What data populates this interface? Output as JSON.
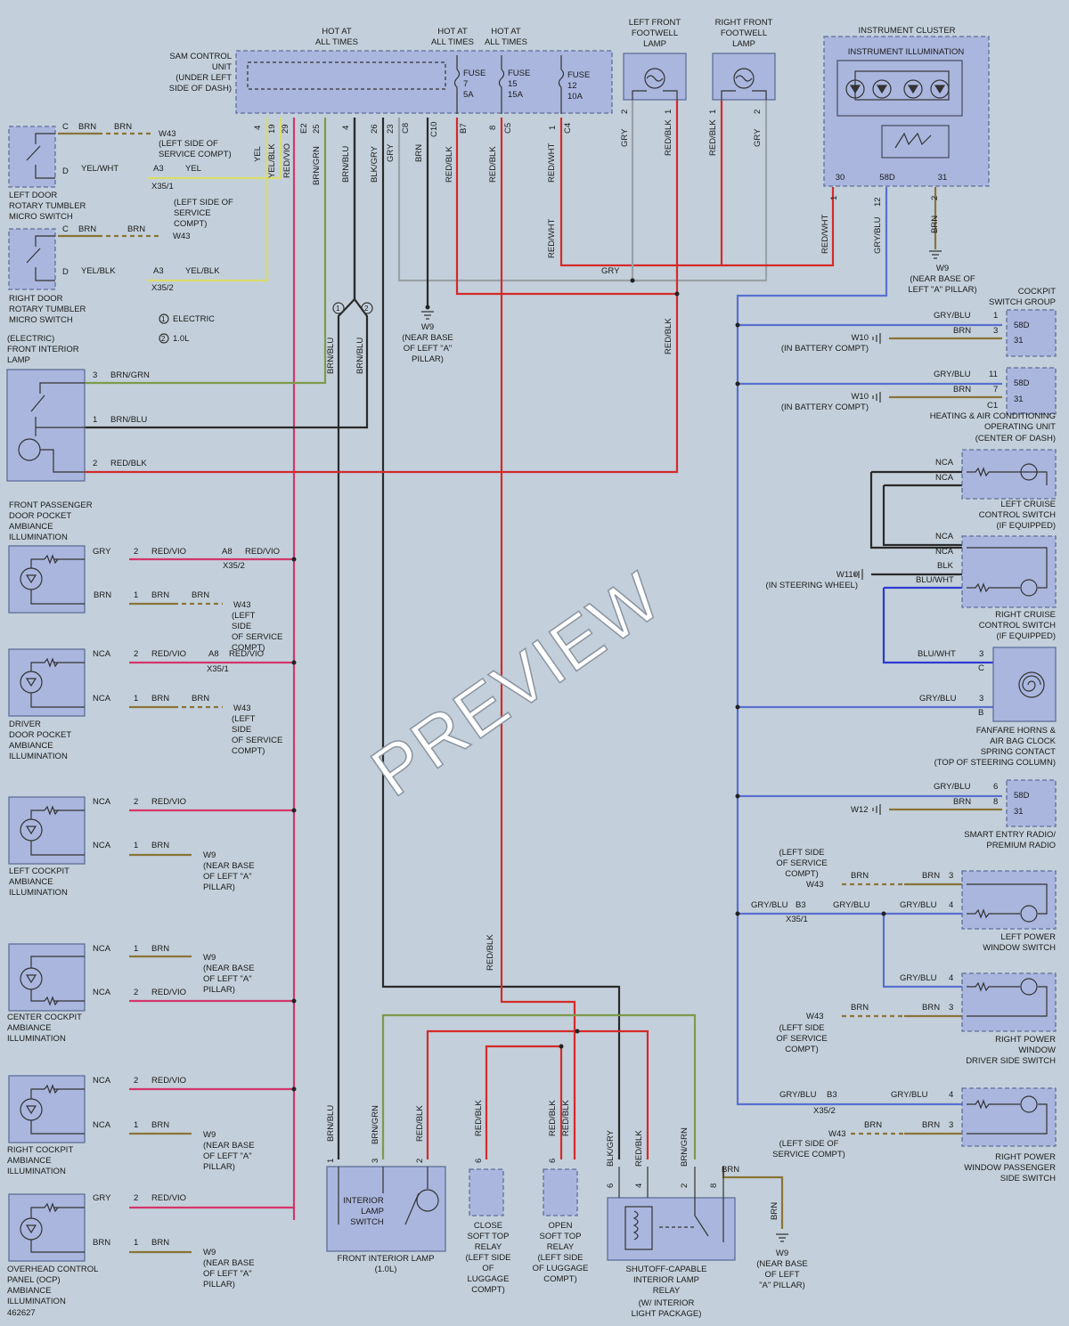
{
  "watermark": "PREVIEW",
  "diagram_id": "462627",
  "top": {
    "sam_lines": [
      "SAM CONTROL",
      "UNIT",
      "(UNDER LEFT",
      "SIDE OF DASH)"
    ],
    "hot1": [
      "HOT AT",
      "ALL TIMES"
    ],
    "hot2": [
      "HOT AT",
      "ALL TIMES"
    ],
    "hot3": [
      "HOT AT",
      "ALL TIMES"
    ],
    "fuse7": [
      "FUSE",
      "7",
      "5A"
    ],
    "fuse15": [
      "FUSE",
      "15",
      "15A"
    ],
    "fuse12": [
      "FUSE",
      "12",
      "10A"
    ],
    "sam_pins": [
      "4",
      "19",
      "29",
      "E2",
      "25",
      "4",
      "26",
      "23",
      "C8",
      "C10",
      "B7",
      "8",
      "C5",
      "1",
      "C4"
    ],
    "sam_wires": [
      "YEL",
      "YEL/BLK",
      "RED/VIO",
      "BRN/GRN",
      "BRN/BLU",
      "BLK/GRY",
      "GRY",
      "BRN",
      "RED/BLK",
      "RED/BLK",
      "RED/WHT"
    ],
    "left_footwell": [
      "LEFT FRONT",
      "FOOTWELL",
      "LAMP"
    ],
    "right_footwell": [
      "RIGHT FRONT",
      "FOOTWELL",
      "LAMP"
    ],
    "footwell_wires": [
      "GRY",
      "RED/BLK",
      "RED/BLK",
      "GRY"
    ],
    "footwell_pins": [
      "2",
      "1",
      "1",
      "2"
    ],
    "cluster_title": "INSTRUMENT CLUSTER",
    "cluster_sub": "INSTRUMENT ILLUMINATION",
    "cluster_pins": [
      "30",
      "58D",
      "31"
    ],
    "cluster_wires": [
      "RED/WHT",
      "GRY/BLU",
      "BRN"
    ],
    "cluster_wire_pins": [
      "1",
      "12",
      "2"
    ],
    "w9_cluster": [
      "W9",
      "(NEAR BASE OF",
      "LEFT \"A\" PILLAR)"
    ],
    "w9_mid": [
      "W9",
      "(NEAR BASE",
      "OF LEFT \"A\"",
      "PILLAR)"
    ],
    "red_wht_mid": "RED/WHT",
    "gry_mid": "GRY"
  },
  "left": {
    "door_l": [
      "LEFT DOOR",
      "ROTARY TUMBLER",
      "MICRO SWITCH"
    ],
    "door_r": [
      "RIGHT DOOR",
      "ROTARY TUMBLER",
      "MICRO SWITCH"
    ],
    "door_l_wires": [
      "C",
      "BRN",
      "BRN",
      "W43",
      "D",
      "YEL/WHT",
      "A3",
      "YEL",
      "X35/1"
    ],
    "door_l_ground": [
      "(LEFT SIDE OF",
      "SERVICE COMPT)"
    ],
    "door_r_wires": [
      "C",
      "BRN",
      "BRN",
      "W43",
      "D",
      "YEL/BLK",
      "A3",
      "YEL/BLK",
      "X35/2"
    ],
    "door_r_ground": [
      "(LEFT SIDE OF",
      "SERVICE",
      "COMPT)"
    ],
    "legend1": "ELECTRIC",
    "legend2": "1.0L",
    "legend_n1": "1",
    "legend_n2": "2",
    "front_lamp": [
      "(ELECTRIC)",
      "FRONT INTERIOR",
      "LAMP"
    ],
    "front_lamp_wires": [
      "3",
      "BRN/GRN",
      "1",
      "BRN/BLU",
      "2",
      "RED/BLK"
    ],
    "bundle_wires": [
      "BRN/BLU",
      "BRN/BLU",
      "RED/BLK"
    ],
    "fp_pocket": [
      "FRONT PASSENGER",
      "DOOR POCKET",
      "AMBIANCE",
      "ILLUMINATION"
    ],
    "fp_wires": [
      "GRY",
      "2",
      "RED/VIO",
      "A8",
      "RED/VIO",
      "X35/2",
      "BRN",
      "1",
      "BRN",
      "BRN",
      "W43"
    ],
    "fp_ground": [
      "(LEFT",
      "SIDE",
      "OF SERVICE",
      "COMPT)"
    ],
    "drv_pocket": [
      "DRIVER",
      "DOOR POCKET",
      "AMBIANCE",
      "ILLUMINATION"
    ],
    "drv_wires": [
      "NCA",
      "2",
      "RED/VIO",
      "A8",
      "RED/VIO",
      "X35/1",
      "NCA",
      "1",
      "BRN",
      "BRN",
      "W43"
    ],
    "drv_ground": [
      "(LEFT",
      "SIDE",
      "OF SERVICE",
      "COMPT)"
    ],
    "left_cockpit": [
      "LEFT COCKPIT",
      "AMBIANCE",
      "ILLUMINATION"
    ],
    "lc_wires": [
      "NCA",
      "2",
      "RED/VIO",
      "NCA",
      "1",
      "BRN",
      "W9"
    ],
    "w9_ground": [
      "(NEAR BASE",
      "OF LEFT \"A\"",
      "PILLAR)"
    ],
    "center_cockpit": [
      "CENTER COCKPIT",
      "AMBIANCE",
      "ILLUMINATION"
    ],
    "cc_wires": [
      "NCA",
      "1",
      "BRN",
      "NCA",
      "2",
      "RED/VIO",
      "W9"
    ],
    "right_cockpit": [
      "RIGHT COCKPIT",
      "AMBIANCE",
      "ILLUMINATION"
    ],
    "rc_wires": [
      "NCA",
      "2",
      "RED/VIO",
      "NCA",
      "1",
      "BRN",
      "W9"
    ],
    "overhead": [
      "OVERHEAD CONTROL",
      "PANEL (OCP)",
      "AMBIANCE",
      "ILLUMINATION"
    ],
    "oh_wires": [
      "GRY",
      "2",
      "RED/VIO",
      "BRN",
      "1",
      "BRN",
      "W9"
    ]
  },
  "bottom": {
    "int_switch": [
      "INTERIOR",
      "LAMP",
      "SWITCH"
    ],
    "front_int_lamp": [
      "FRONT INTERIOR LAMP",
      "(1.0L)"
    ],
    "fil_wires": [
      "BRN/BLU",
      "BRN/GRN",
      "RED/BLK"
    ],
    "fil_pins": [
      "1",
      "3",
      "2"
    ],
    "close_relay": [
      "CLOSE",
      "SOFT TOP",
      "RELAY",
      "(LEFT SIDE",
      "OF",
      "LUGGAGE",
      "COMPT)"
    ],
    "open_relay": [
      "OPEN",
      "SOFT TOP",
      "RELAY",
      "(LEFT SIDE",
      "OF LUGGAGE",
      "COMPT)"
    ],
    "relay_wires": [
      "RED/BLK",
      "RED/BLK",
      "RED/BLK"
    ],
    "relay_pins": [
      "6",
      "6"
    ],
    "shutoff": [
      "SHUTOFF-CAPABLE",
      "INTERIOR LAMP",
      "RELAY",
      "(W/ INTERIOR",
      "LIGHT PACKAGE)"
    ],
    "shutoff_wires": [
      "BLK/GRY",
      "RED/BLK",
      "BRN/GRN",
      "BRN"
    ],
    "shutoff_pins": [
      "6",
      "4",
      "2",
      "8"
    ],
    "red_blk_v": "RED/BLK",
    "brn_v": "BRN",
    "w9_bottom": [
      "W9",
      "(NEAR BASE",
      "OF LEFT",
      "\"A\" PILLAR)"
    ]
  },
  "right": {
    "cockpit_sw": [
      "COCKPIT",
      "SWITCH GROUP"
    ],
    "cs_wires": [
      "GRY/BLU",
      "1",
      "BRN",
      "3",
      "58D",
      "31"
    ],
    "w10a": [
      "W10",
      "(IN BATTERY COMPT)"
    ],
    "hvac": [
      "HEATING & AIR CONDITIONING",
      "OPERATING UNIT",
      "(CENTER OF DASH)"
    ],
    "hvac_wires": [
      "GRY/BLU",
      "11",
      "BRN",
      "7",
      "C1",
      "58D",
      "31"
    ],
    "w10b": [
      "W10",
      "(IN BATTERY COMPT)"
    ],
    "left_cruise": [
      "LEFT CRUISE",
      "CONTROL SWITCH",
      "(IF EQUIPPED)"
    ],
    "lcr_wires": [
      "NCA",
      "NCA"
    ],
    "right_cruise": [
      "RIGHT CRUISE",
      "CONTROL SWITCH",
      "(IF EQUIPPED)"
    ],
    "rcr_wires": [
      "NCA",
      "NCA",
      "BLK",
      "BLU/WHT"
    ],
    "w110": [
      "W110",
      "(IN STEERING WHEEL)"
    ],
    "horn": [
      "FANFARE HORNS &",
      "AIR BAG CLOCK",
      "SPRING CONTACT",
      "(TOP OF STEERING COLUMN)"
    ],
    "horn_wires": [
      "BLU/WHT",
      "3",
      "C",
      "GRY/BLU",
      "3",
      "B"
    ],
    "radio": [
      "SMART ENTRY RADIO/",
      "PREMIUM RADIO"
    ],
    "radio_wires": [
      "GRY/BLU",
      "6",
      "BRN",
      "8",
      "58D",
      "31"
    ],
    "w12": "W12",
    "lpw": [
      "LEFT POWER",
      "WINDOW SWITCH"
    ],
    "lpw_wires": [
      "BRN",
      "BRN",
      "3",
      "GRY/BLU",
      "B3",
      "X35/1",
      "GRY/BLU",
      "GRY/BLU",
      "4",
      "W43"
    ],
    "lpw_ground": [
      "(LEFT SIDE",
      "OF SERVICE",
      "COMPT)"
    ],
    "rpw_drv": [
      "RIGHT POWER",
      "WINDOW",
      "DRIVER SIDE SWITCH"
    ],
    "rpwd_wires": [
      "GRY/BLU",
      "4",
      "BRN",
      "BRN",
      "3",
      "W43"
    ],
    "rpwd_ground": [
      "(LEFT SIDE",
      "OF SERVICE",
      "COMPT)"
    ],
    "rpw_pass": [
      "RIGHT POWER",
      "WINDOW PASSENGER",
      "SIDE SWITCH"
    ],
    "rpwp_wires": [
      "GRY/BLU",
      "B3",
      "X35/2",
      "GRY/BLU",
      "4",
      "W43",
      "BRN",
      "BRN",
      "3"
    ],
    "rpwp_ground": [
      "(LEFT SIDE OF",
      "SERVICE COMPT)"
    ]
  }
}
